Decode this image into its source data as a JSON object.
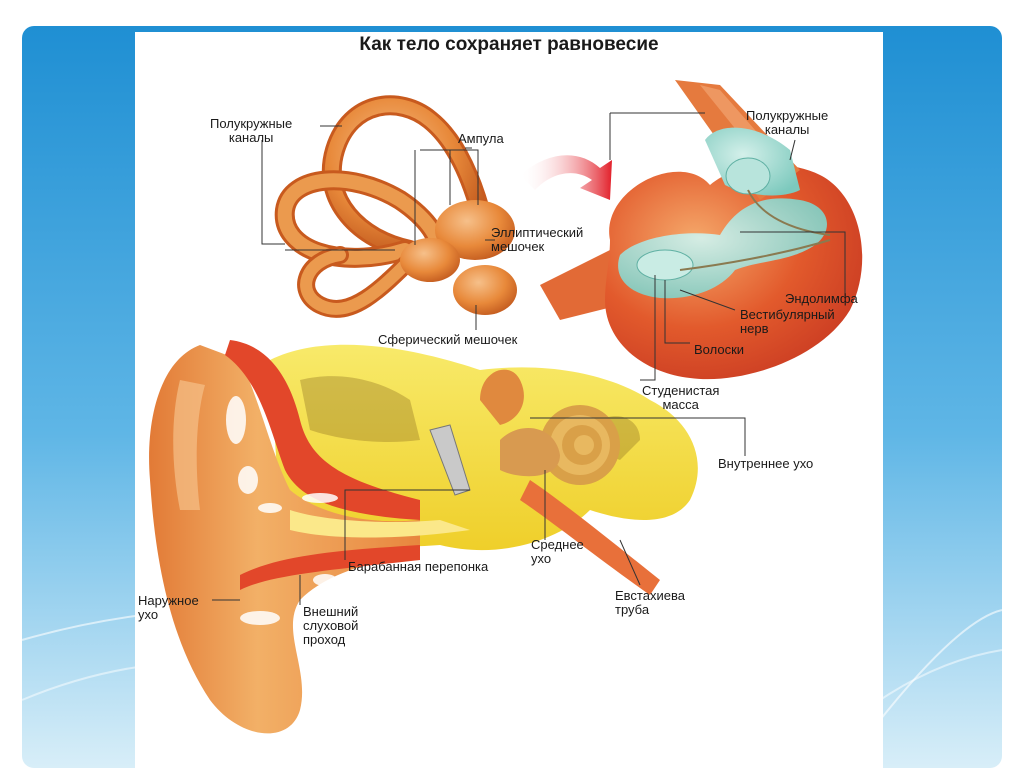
{
  "title": "Как тело сохраняет равновесие",
  "labels": {
    "canals_left": [
      "Полукружные",
      "каналы"
    ],
    "ampulla": "Ампула",
    "utricle": [
      "Эллиптический",
      "мешочек"
    ],
    "canals_right": [
      "Полукружные",
      "каналы"
    ],
    "endolymph": "Эндолимфа",
    "vestibular_nerve": [
      "Вестибулярный",
      "нерв"
    ],
    "hairs": "Волоски",
    "saccule": "Сферический мешочек",
    "gel_mass": [
      "Студенистая",
      "масса"
    ],
    "inner_ear": "Внутреннее ухо",
    "middle_ear": [
      "Среднее",
      "ухо"
    ],
    "eardrum": "Барабанная перепонка",
    "outer_ear": [
      "Наружное",
      "ухо"
    ],
    "ear_canal": [
      "Внешний",
      "слуховой",
      "проход"
    ],
    "eustachian_tube": [
      "Евстахиева",
      "труба"
    ]
  },
  "colors": {
    "slide_blue": "#2a9ad8",
    "tissue_orange": "#e8893a",
    "tissue_red": "#d9432a",
    "bone_yellow": "#f3dc3a",
    "fluid_teal": "#9fd8cf"
  }
}
